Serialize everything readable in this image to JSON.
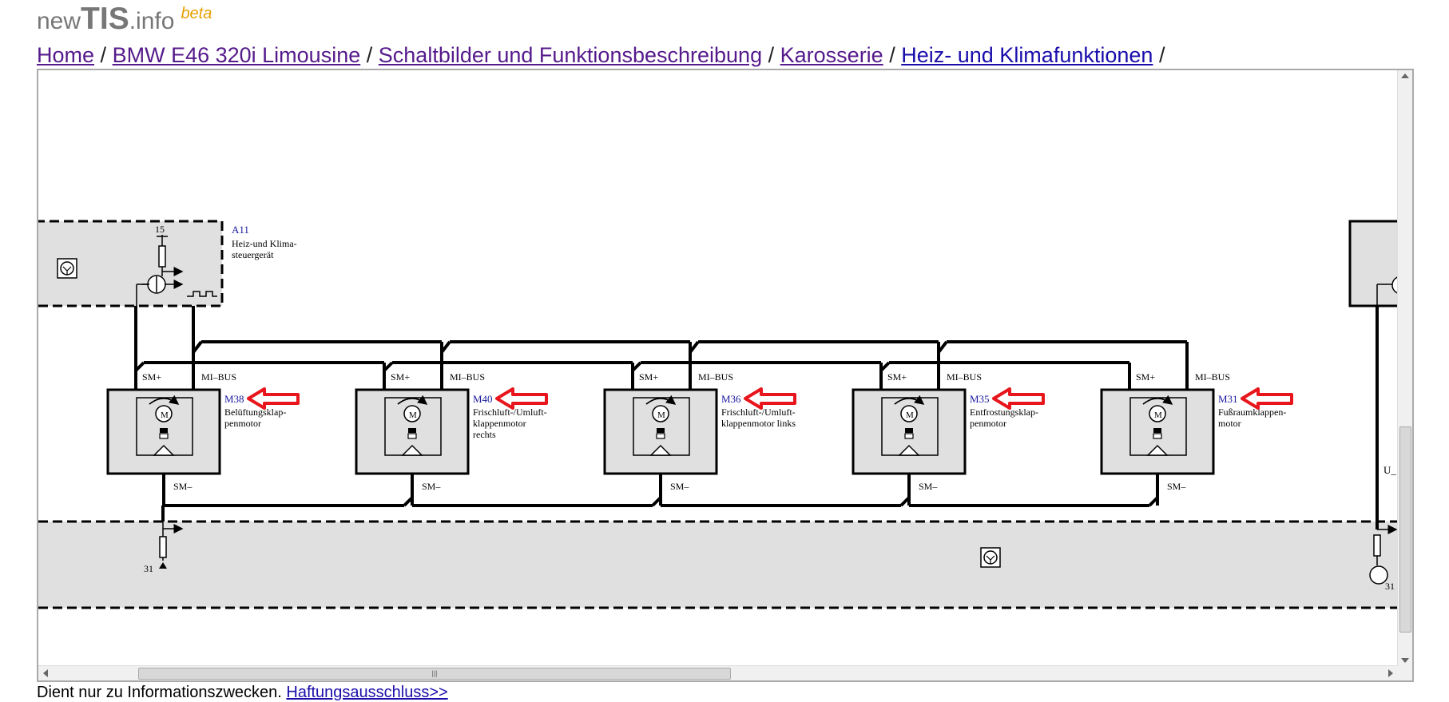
{
  "site": {
    "name_prefix": "new",
    "name_bold": "TIS",
    "name_suffix": ".info",
    "badge": "beta"
  },
  "breadcrumb": {
    "items": [
      "Home",
      "BMW E46 320i Limousine",
      "Schaltbilder und Funktionsbeschreibung",
      "Karosserie",
      "Heiz- und Klimafunktionen"
    ],
    "separator": "/"
  },
  "diagram": {
    "controller": {
      "code": "A11",
      "name_line1": "Heiz-und Klima-",
      "name_line2": "steuergerät",
      "terminal_top": "15",
      "terminal_bottom": "31"
    },
    "partial_labels": {
      "right_terminal": "31",
      "right_voltage": "U_"
    },
    "signals": {
      "sm_plus": "SM+",
      "mi_bus": "MI–BUS",
      "sm_minus": "SM–"
    },
    "motor_symbol": "M",
    "motors": [
      {
        "code": "M38",
        "lines": [
          "Belüftungsklap-",
          "penmotor"
        ]
      },
      {
        "code": "M40",
        "lines": [
          "Frischluft-/Umluft-",
          "klappenmotor",
          "rechts"
        ]
      },
      {
        "code": "M36",
        "lines": [
          "Frischluft-/Umluft-",
          "klappenmotor links"
        ]
      },
      {
        "code": "M35",
        "lines": [
          "Entfrostungsklap-",
          "penmotor"
        ]
      },
      {
        "code": "M31",
        "lines": [
          "Fußraumklappen-",
          "motor"
        ]
      }
    ],
    "colors": {
      "code": "#1a1aa0",
      "arrow": "#e8161c",
      "fill": "#e0e0e0"
    }
  },
  "scrollbar": {
    "grip": "|||"
  },
  "footer": {
    "text": "Dient nur zu Informationszwecken.",
    "link": "Haftungsausschluss>>"
  }
}
